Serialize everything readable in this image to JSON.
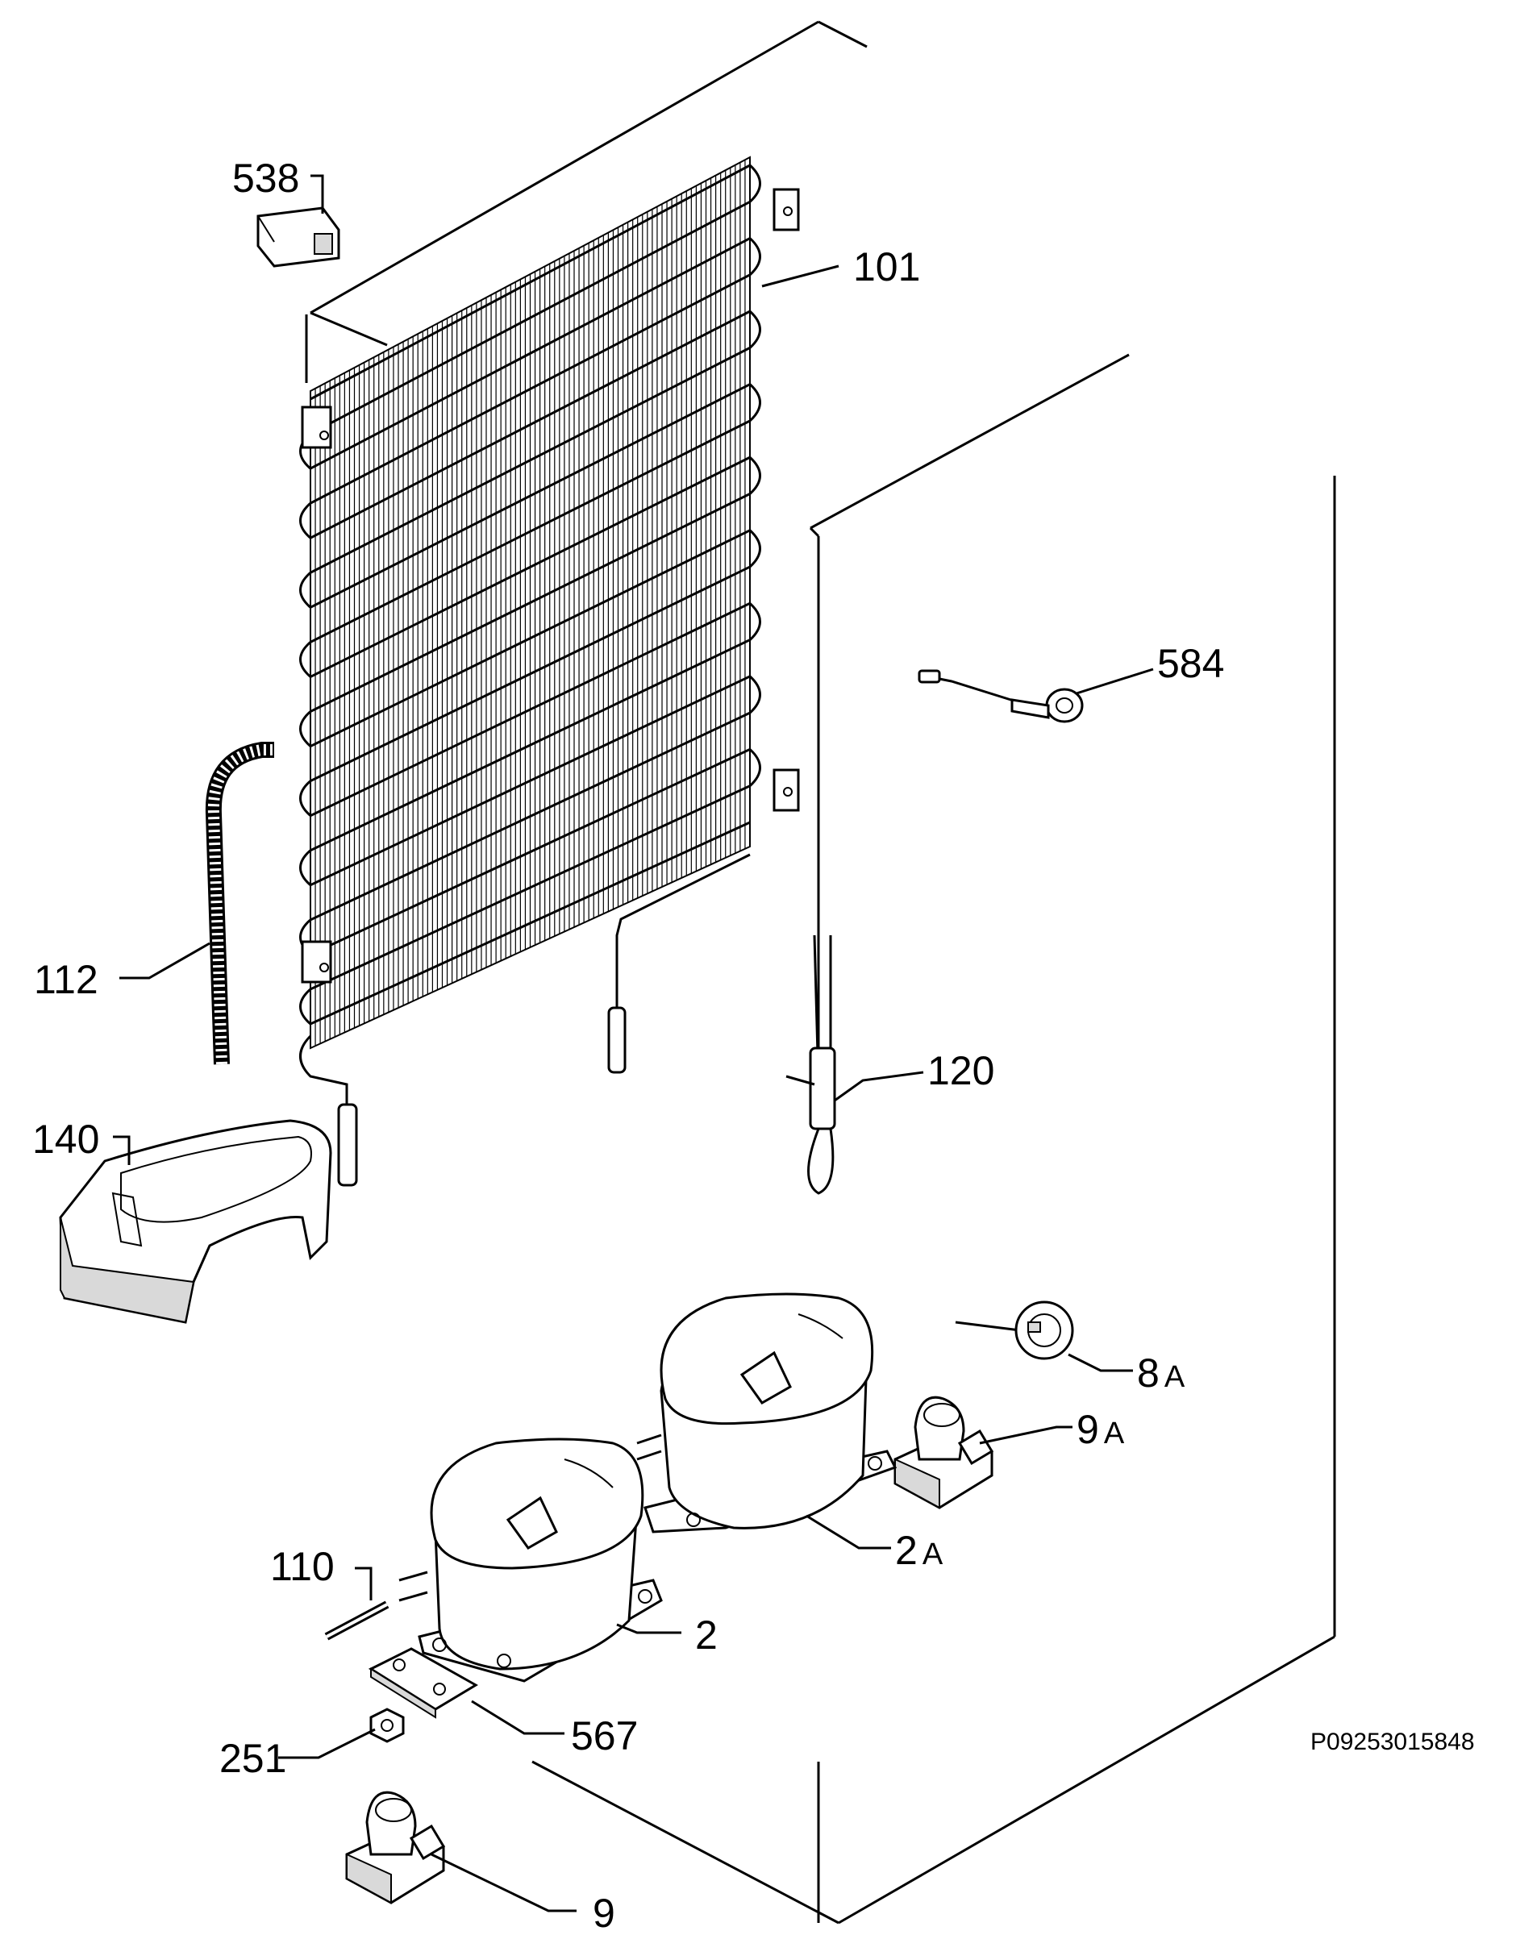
{
  "labels": {
    "l538": "538",
    "l101": "101",
    "l584": "584",
    "l112": "112",
    "l120": "120",
    "l140": "140",
    "l8": "8",
    "l8_sub": "A",
    "l9a": "9",
    "l9a_sub": "A",
    "l2a": "2",
    "l2a_sub": "A",
    "l110": "110",
    "l2": "2",
    "l567": "567",
    "l251": "251",
    "l9": "9"
  },
  "code": "P09253015848",
  "colors": {
    "ink": "#000000",
    "background": "#ffffff",
    "shade": "#d9d9d9"
  }
}
